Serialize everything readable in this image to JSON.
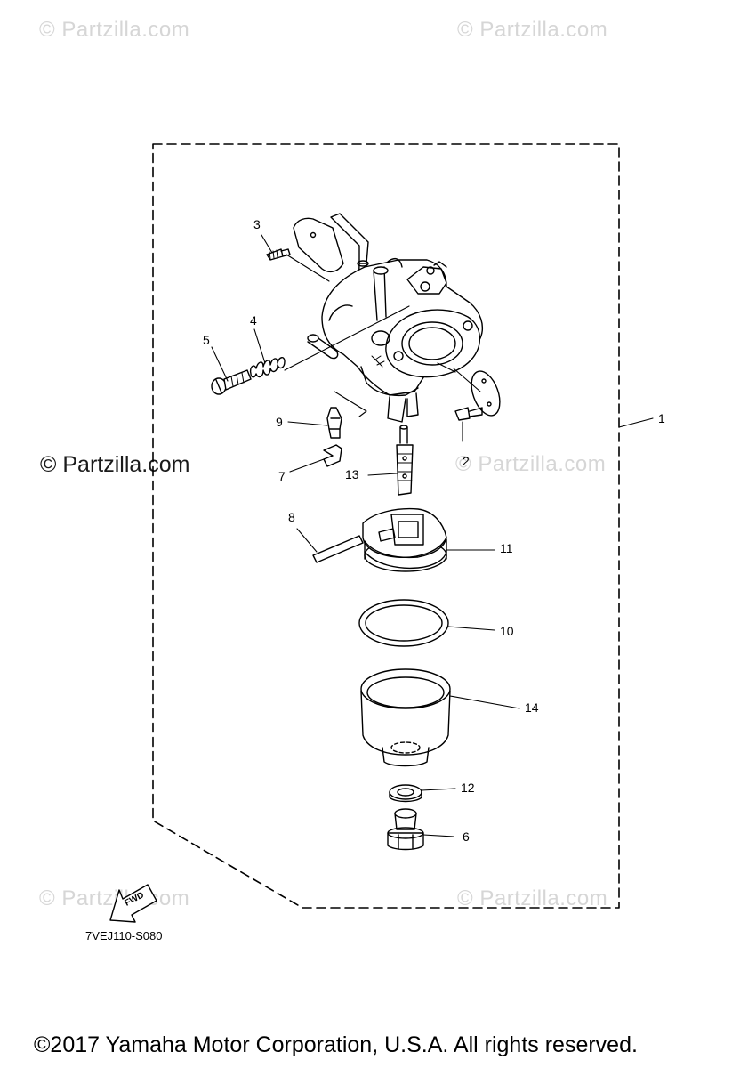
{
  "watermarks": {
    "top_left": "© Partzilla.com",
    "top_right": "© Partzilla.com",
    "mid_left": "© Partzilla.com",
    "mid_right": "© Partzilla.com",
    "bottom_left": "© Partzilla.com",
    "bottom_right": "© Partzilla.com"
  },
  "callouts": {
    "c1": "1",
    "c2": "2",
    "c3": "3",
    "c4": "4",
    "c5": "5",
    "c6": "6",
    "c7": "7",
    "c8": "8",
    "c9": "9",
    "c10": "10",
    "c11": "11",
    "c12": "12",
    "c13": "13",
    "c14": "14"
  },
  "fwd_label": "FWD",
  "drawing_code": "7VEJ110-S080",
  "copyright": "©2017  Yamaha Motor Corporation, U.S.A. All rights reserved."
}
